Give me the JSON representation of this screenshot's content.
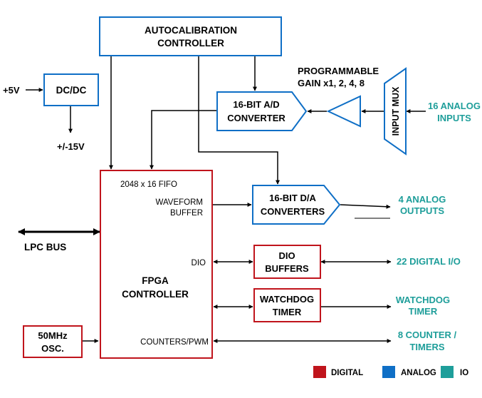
{
  "colors": {
    "digital": "#c0141c",
    "analog": "#0f6fc6",
    "io": "#1e9e9a",
    "line": "#000000"
  },
  "blocks": {
    "autocal": [
      "AUTOCALIBRATION",
      "CONTROLLER"
    ],
    "dcdc": "DC/DC",
    "adc": [
      "16-BIT A/D",
      "CONVERTER"
    ],
    "pga": [
      "PROGRAMMABLE",
      "GAIN x1, 2, 4, 8"
    ],
    "mux": "INPUT MUX",
    "dac": [
      "16-BIT D/A",
      "CONVERTERS"
    ],
    "dio_buf": [
      "DIO",
      "BUFFERS"
    ],
    "wdt": [
      "WATCHDOG",
      "TIMER"
    ],
    "osc": [
      "50MHz",
      "OSC."
    ],
    "fpga": {
      "fifo": "2048 x 16 FIFO",
      "wave": [
        "WAVEFORM",
        "BUFFER"
      ],
      "dio": "DIO",
      "name": [
        "FPGA",
        "CONTROLLER"
      ],
      "counters": "COUNTERS/PWM"
    }
  },
  "labels": {
    "plus5": "+5V",
    "pm15": "+/-15V",
    "lpc": "LPC BUS"
  },
  "io_labels": {
    "analog_in": [
      "16 ANALOG",
      "INPUTS"
    ],
    "analog_out": [
      "4 ANALOG",
      "OUTPUTS"
    ],
    "dio": "22 DIGITAL I/O",
    "wdt": [
      "WATCHDOG",
      "TIMER"
    ],
    "counters": [
      "8 COUNTER /",
      "TIMERS"
    ]
  },
  "legend": {
    "digital": "DIGITAL",
    "analog": "ANALOG",
    "io": "IO"
  }
}
